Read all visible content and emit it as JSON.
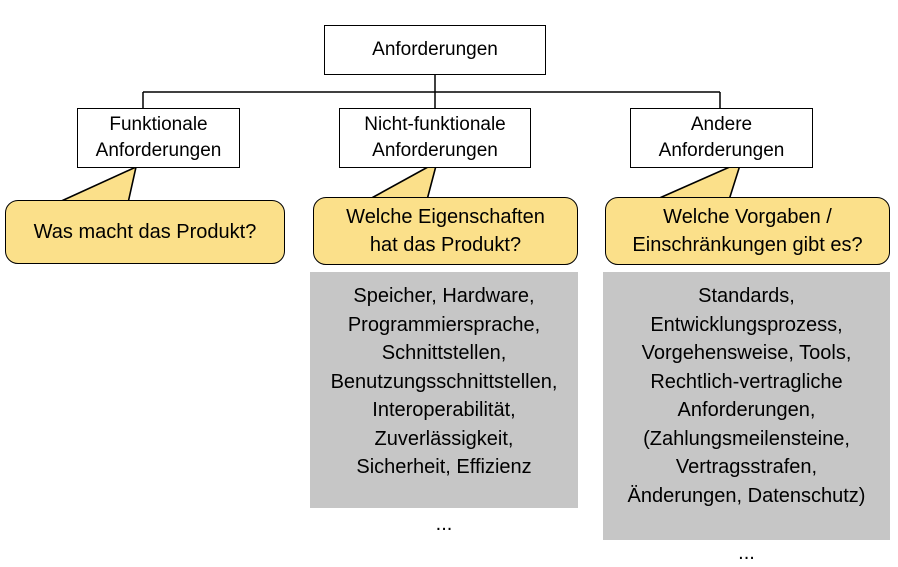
{
  "diagram": {
    "title": "Anforderungen",
    "root": {
      "label": "Anforderungen"
    },
    "children": [
      {
        "id": "funktionale",
        "label": "Funktionale\nAnforderungen"
      },
      {
        "id": "nicht-funktionale",
        "label": "Nicht-funktionale\nAnforderungen"
      },
      {
        "id": "andere",
        "label": "Andere\nAnforderungen"
      }
    ],
    "callouts": [
      {
        "id": "funktionale",
        "text": "Was macht das Produkt?"
      },
      {
        "id": "nicht-funktionale",
        "text": "Welche Eigenschaften\nhat das Produkt?"
      },
      {
        "id": "andere",
        "text": "Welche Vorgaben /\nEinschränkungen gibt es?"
      }
    ],
    "details": [
      {
        "id": "nicht-funktionale",
        "text": "Speicher, Hardware,\nProgrammiersprache,\nSchnittstellen,\nBenutzungsschnittstellen,\nInteroperabilität,\nZuverlässigkeit,\nSicherheit, Effizienz\n\n..."
      },
      {
        "id": "andere",
        "text": "Standards,\nEntwicklungsprozess,\nVorgehensweise, Tools,\nRechtlich-vertragliche\nAnforderungen,\n(Zahlungsmeilensteine,\nVertragsstrafen,\nÄnderungen, Datenschutz)\n\n..."
      }
    ],
    "colors": {
      "callout_fill": "#fbe08a",
      "detail_fill": "#c6c6c6",
      "node_fill": "#ffffff",
      "line": "#000000"
    }
  }
}
